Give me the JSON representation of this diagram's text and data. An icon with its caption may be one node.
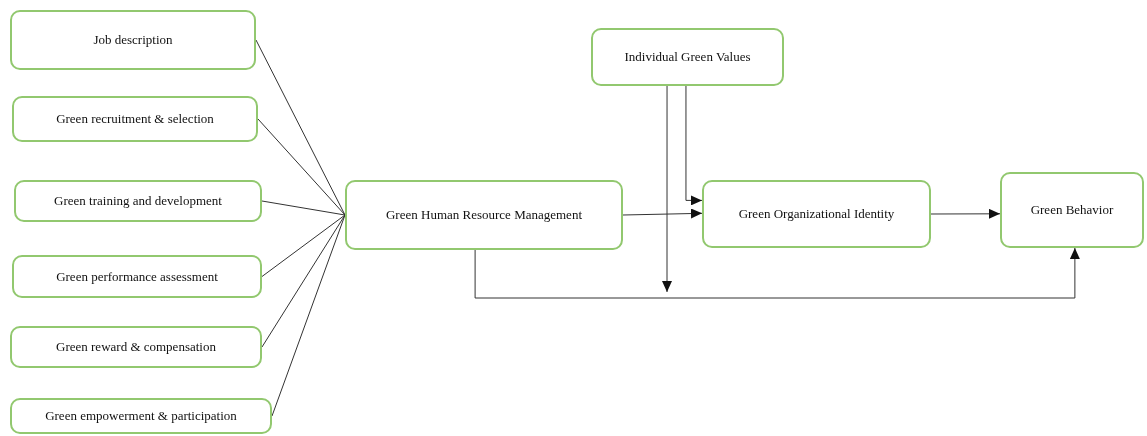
{
  "diagram": {
    "nodes": [
      {
        "text": [
          "Job description"
        ]
      },
      {
        "text": [
          "Green recruitment & selection"
        ]
      },
      {
        "text": [
          "Green training and development"
        ]
      },
      {
        "text": [
          "Green performance assessment"
        ]
      },
      {
        "text": [
          "Green reward & compensation"
        ]
      },
      {
        "text": [
          "Green empowerment & participation"
        ]
      },
      {
        "text": [
          "Green Human Resource Management"
        ]
      },
      {
        "text": [
          "Individual Green Values"
        ]
      },
      {
        "text": [
          "Green Organizational Identity"
        ]
      },
      {
        "text": [
          "Green Behavior"
        ]
      }
    ],
    "edges": [
      {
        "from": 0,
        "to": 6,
        "arrow": "none"
      },
      {
        "from": 1,
        "to": 6,
        "arrow": "none"
      },
      {
        "from": 2,
        "to": 6,
        "arrow": "none"
      },
      {
        "from": 3,
        "to": 6,
        "arrow": "none"
      },
      {
        "from": 4,
        "to": 6,
        "arrow": "none"
      },
      {
        "from": 5,
        "to": 6,
        "arrow": "none"
      },
      {
        "from": 6,
        "to": 8,
        "arrow": "to"
      },
      {
        "from": 8,
        "to": 9,
        "arrow": "to"
      },
      {
        "from": 6,
        "to": 9,
        "arrow": "to"
      },
      {
        "from": 7,
        "to": null,
        "arrow": "to"
      },
      {
        "from": 7,
        "to": 8,
        "arrow": "to"
      }
    ]
  }
}
